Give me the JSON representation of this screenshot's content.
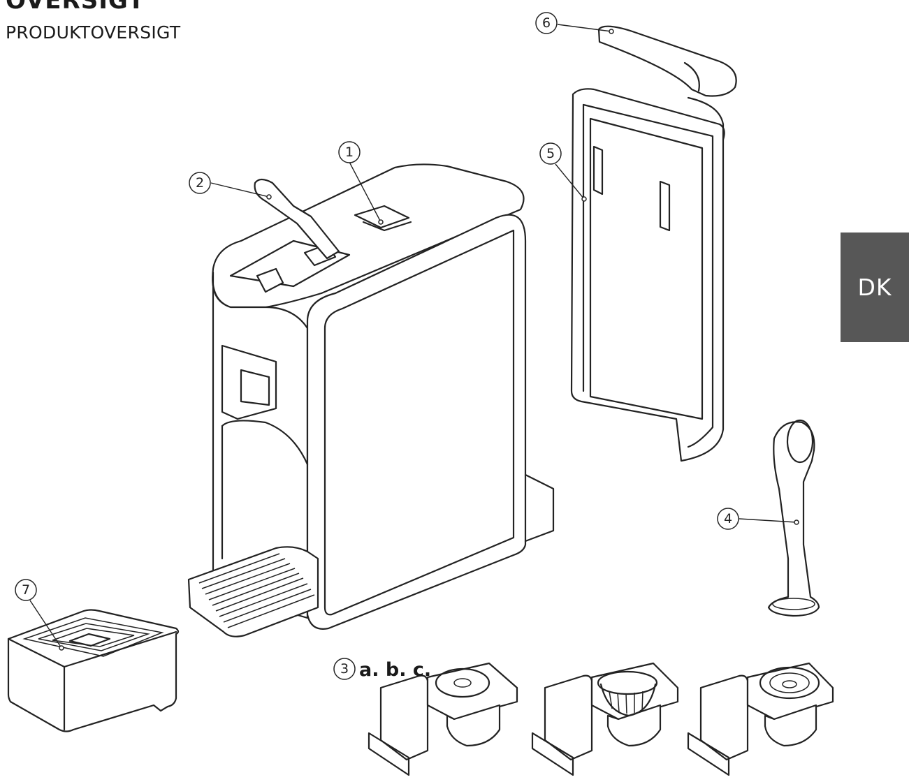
{
  "header": {
    "title": "OVERSIGT",
    "subtitle": "PRODUKTOVERSIGT"
  },
  "language_tab": {
    "label": "DK",
    "background": "#575757"
  },
  "callouts": {
    "c1": "1",
    "c2": "2",
    "c3": "3",
    "c4": "4",
    "c5": "5",
    "c6": "6",
    "c7": "7"
  },
  "adapter_variants_label": "a. b. c."
}
